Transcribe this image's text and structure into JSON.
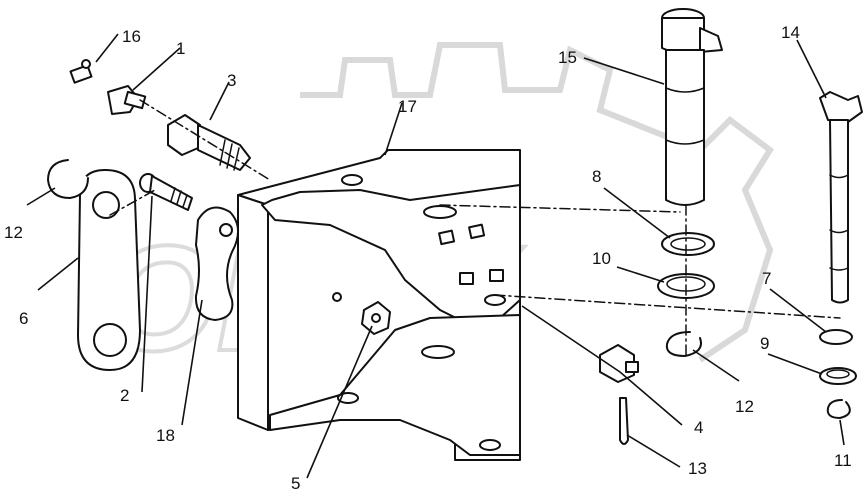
{
  "watermark": {
    "text": "OPEX"
  },
  "callouts": [
    {
      "id": "c1",
      "label": "1"
    },
    {
      "id": "c2",
      "label": "2"
    },
    {
      "id": "c3",
      "label": "3"
    },
    {
      "id": "c4",
      "label": "4"
    },
    {
      "id": "c5",
      "label": "5"
    },
    {
      "id": "c6",
      "label": "6"
    },
    {
      "id": "c7",
      "label": "7"
    },
    {
      "id": "c8",
      "label": "8"
    },
    {
      "id": "c9",
      "label": "9"
    },
    {
      "id": "c10",
      "label": "10"
    },
    {
      "id": "c11",
      "label": "11"
    },
    {
      "id": "c12a",
      "label": "12"
    },
    {
      "id": "c12b",
      "label": "12"
    },
    {
      "id": "c13",
      "label": "13"
    },
    {
      "id": "c14",
      "label": "14"
    },
    {
      "id": "c15",
      "label": "15"
    },
    {
      "id": "c16",
      "label": "16"
    },
    {
      "id": "c17",
      "label": "17"
    },
    {
      "id": "c18",
      "label": "18"
    }
  ]
}
